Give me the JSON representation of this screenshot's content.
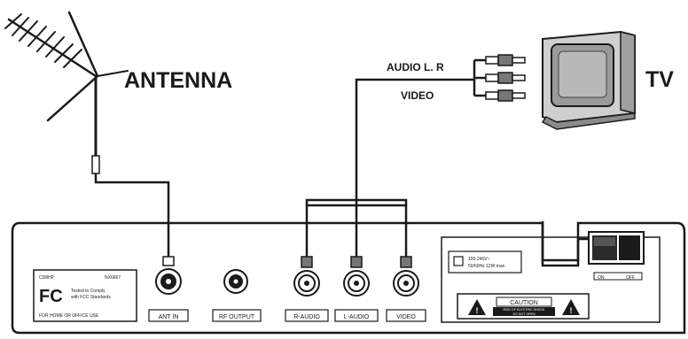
{
  "labels": {
    "antenna": "ANTENNA",
    "tv": "TV",
    "audio_lr": "AUDIO L. R",
    "video_top": "VIDEO"
  },
  "ports": {
    "ant_in": "ANT IN",
    "rf_output": "RF OUTPUT",
    "r_audio": "R-AUDIO",
    "l_audio": "L-AUDIO",
    "video": "VIDEO"
  },
  "fcc": {
    "code_left": "CD8HP",
    "code_right": "NX6667",
    "tested_line1": "Tested to Comply",
    "tested_line2": "with FCC Standards",
    "footer": "FOR HOME OR OFFICE USE",
    "logo": "FC"
  },
  "power": {
    "rating_line1": "100-240V~",
    "rating_line2": "50/60Hz 12W max",
    "caution_title": "CAUTION",
    "caution_line1": "RISK OF ELECTRIC SHOCK",
    "caution_line2": "DO NOT OPEN",
    "switch_on": "ON",
    "switch_off": "OFF"
  },
  "colors": {
    "ink": "#1a1a1a",
    "paper": "#ffffff",
    "tv_body": "#cfcfcf",
    "tv_screen": "#9a9a9a"
  }
}
